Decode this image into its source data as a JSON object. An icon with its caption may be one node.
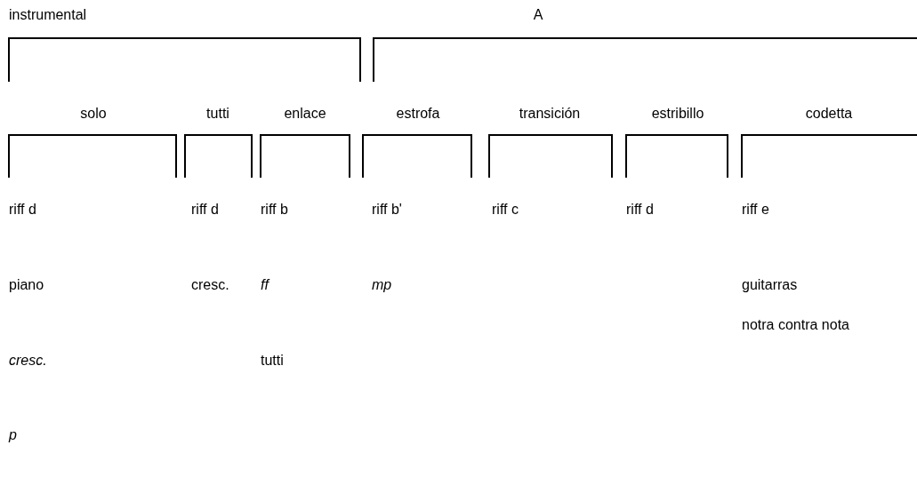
{
  "diagram": {
    "labels": [
      "instrumental",
      "A",
      "solo",
      "tutti",
      "enlace",
      "estrofa",
      "transición",
      "estribillo",
      "codetta",
      "riff d",
      "riff d",
      "riff b",
      "riff b'",
      "riff c",
      "riff d",
      "riff e",
      "piano",
      "cresc.",
      "ff",
      "mp",
      "guitarras",
      "notra contra nota",
      "cresc.",
      "tutti",
      "p"
    ]
  }
}
